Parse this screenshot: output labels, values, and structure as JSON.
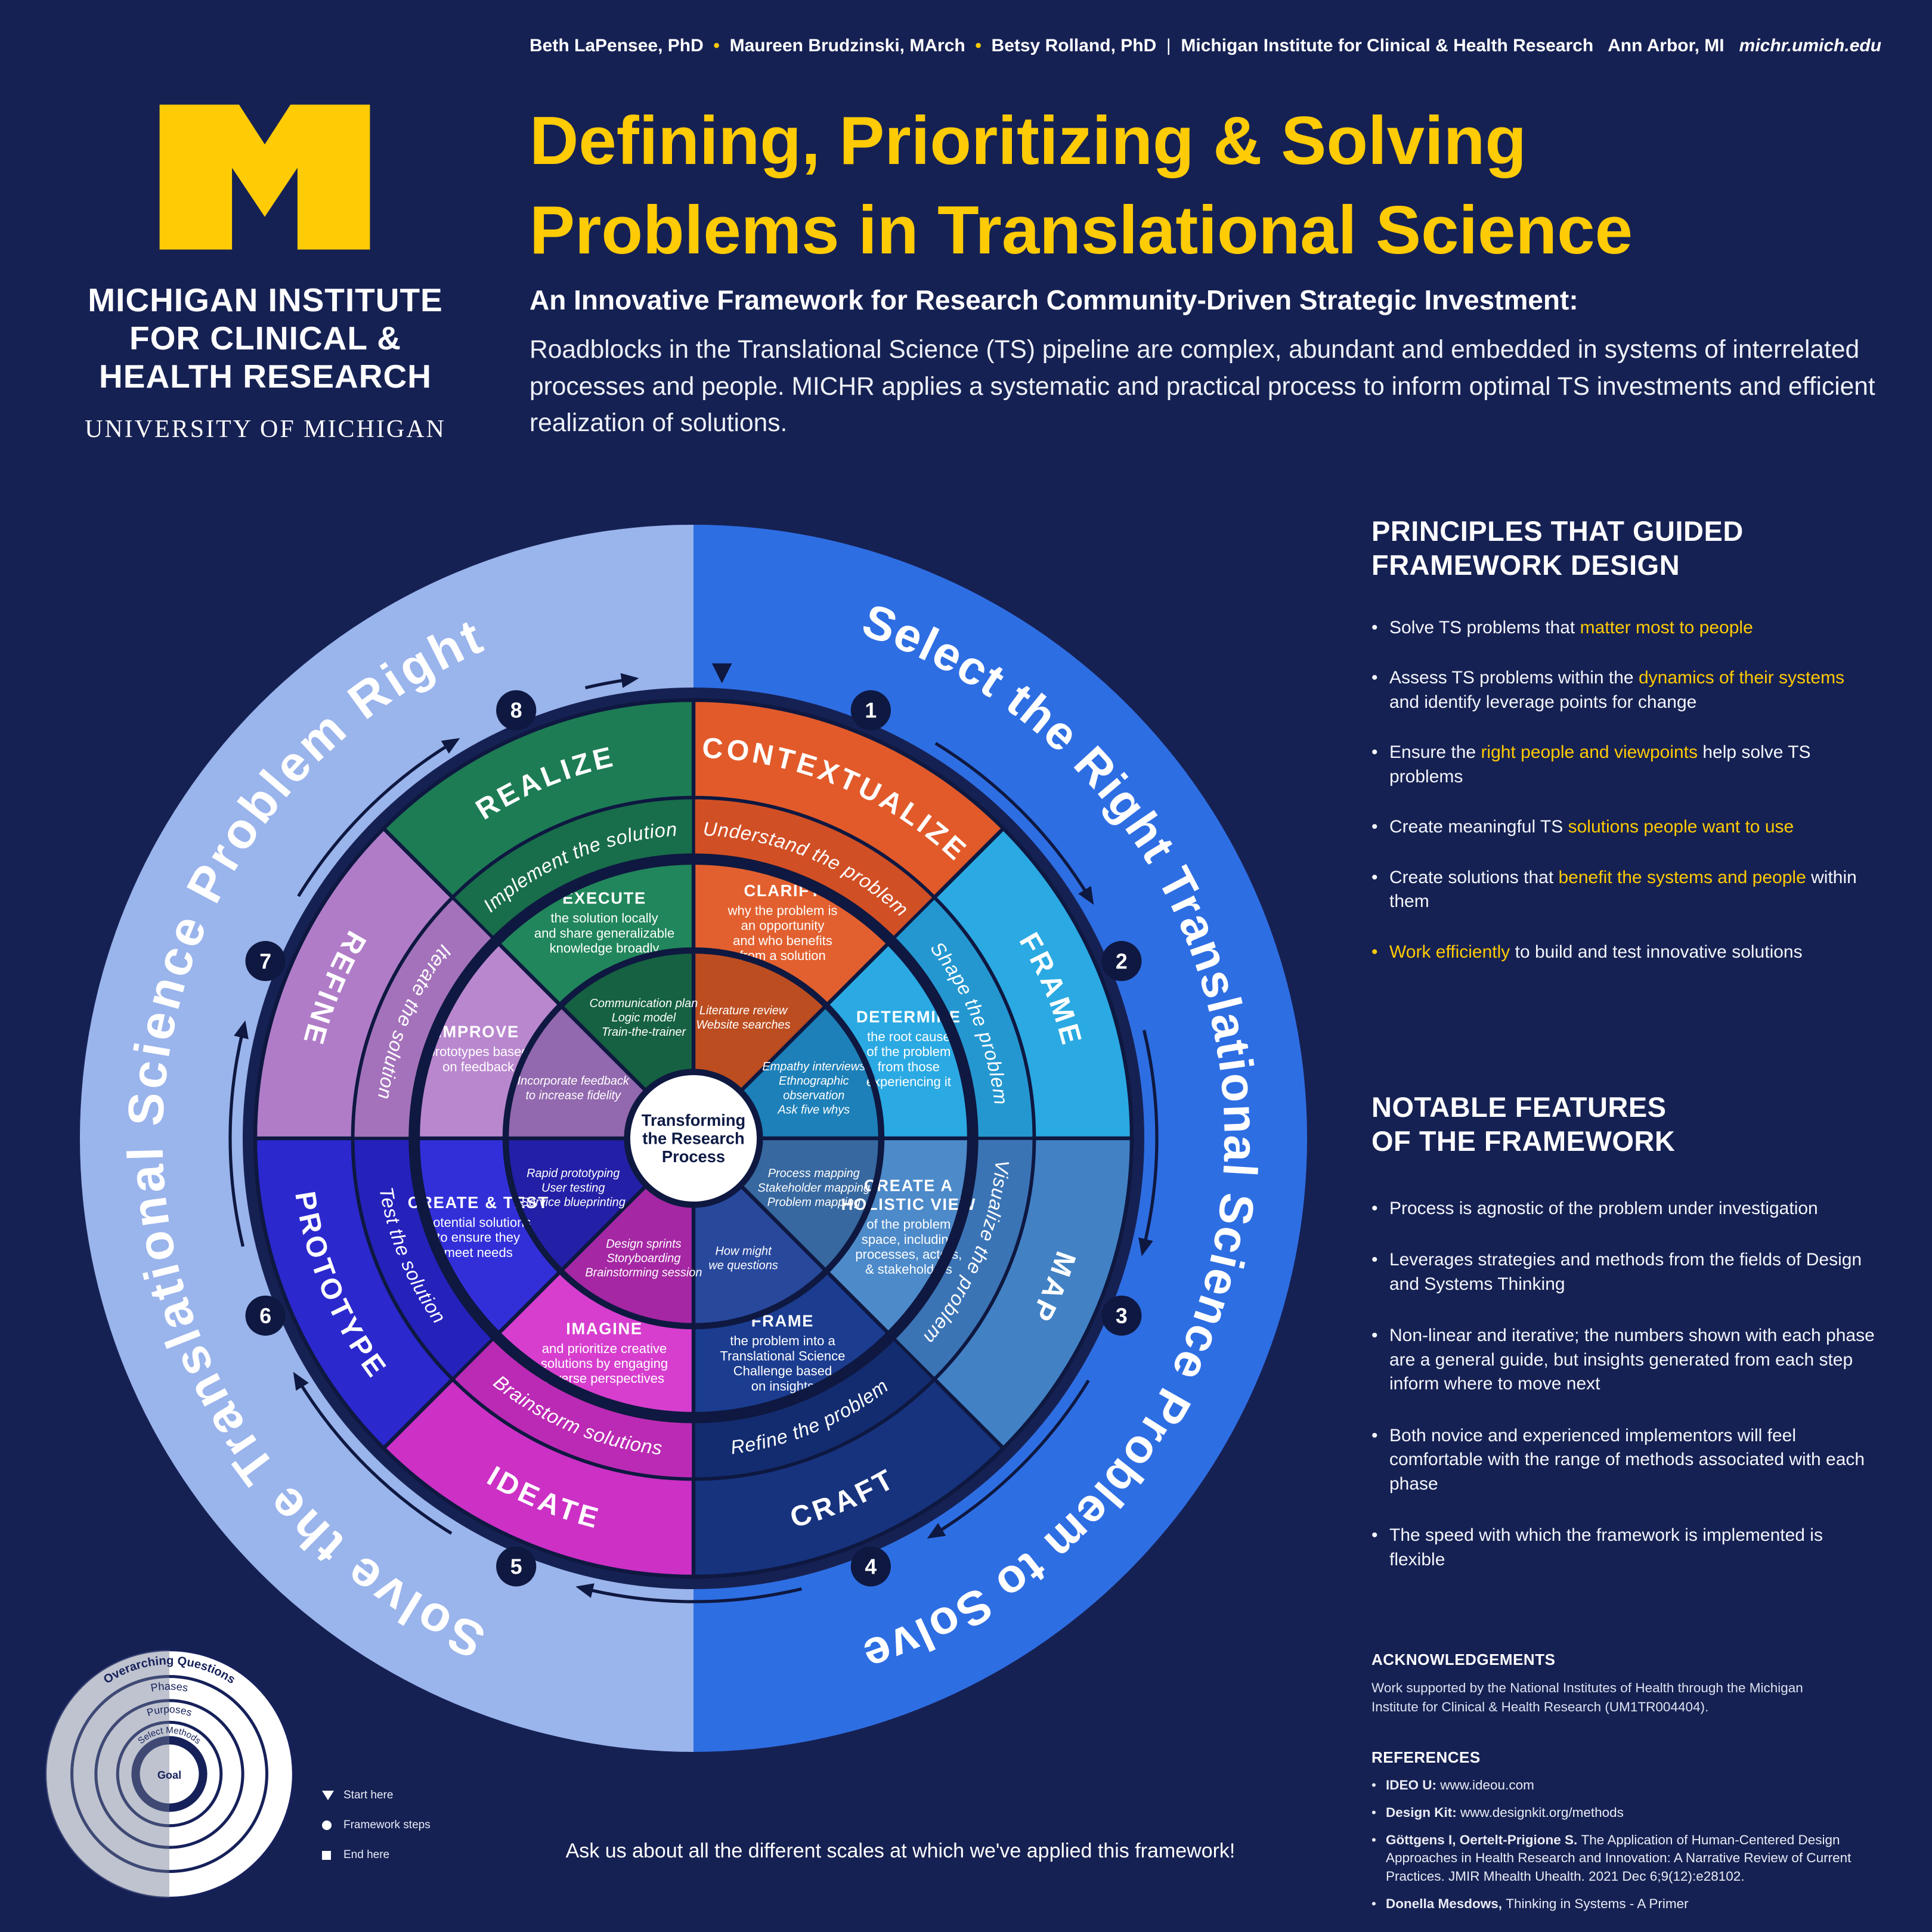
{
  "page": {
    "bg": "#162153",
    "accent": "#FFCB05",
    "bullet": "•"
  },
  "header": {
    "authors": [
      {
        "t": "Beth LaPensee, PhD",
        "b": true
      },
      {
        "t": "  •  ",
        "dot": true
      },
      {
        "t": "Maureen Brudzinski, MArch",
        "b": true
      },
      {
        "t": "  •  ",
        "dot": true
      },
      {
        "t": "Betsy Rolland, PhD",
        "b": true
      },
      {
        "t": "  |  "
      },
      {
        "t": "Michigan Institute for Clinical & Health Research",
        "b": true
      },
      {
        "t": "   Ann Arbor, MI",
        "b": true
      },
      {
        "t": "   michr.umich.edu",
        "b": true,
        "i": true,
        "link": true
      }
    ]
  },
  "logo": {
    "line1": "MICHIGAN INSTITUTE",
    "line2": "FOR CLINICAL &",
    "line3": "HEALTH RESEARCH",
    "university": "UNIVERSITY OF MICHIGAN"
  },
  "title": {
    "line1": "Defining, Prioritizing & Solving",
    "line2": "Problems in Translational Science",
    "subtitle": "An Innovative Framework for Research Community-Driven Strategic Investment:",
    "body": "Roadblocks in the Translational Science (TS) pipeline are complex, abundant and embedded in systems of interrelated processes and people. MICHR applies a systematic and practical process to inform optimal TS investments and efficient realization of solutions."
  },
  "wheel": {
    "center_lines": [
      "Transforming",
      "the Research",
      "Process"
    ],
    "outer_right": "Select the Right Translational Science Problem to Solve",
    "outer_left": "Solve the Translational Science Problem Right",
    "colors": {
      "outer_right": "#2E6EE3",
      "outer_left": "#9AB4EC",
      "divider": "#0E1840"
    },
    "phases": [
      {
        "num": "1",
        "name": "CONTEXTUALIZE",
        "tagline": "Understand the problem",
        "action_lines": [
          "CLARIFY"
        ],
        "action_desc_lines": [
          "why the problem is",
          "an opportunity",
          "and who benefits",
          "from a solution"
        ],
        "methods_lines": [
          "Literature review",
          "Website searches"
        ],
        "colors": [
          "#E25A2A",
          "#D14F25",
          "#E2602F",
          "#BC4D20"
        ]
      },
      {
        "num": "2",
        "name": "FRAME",
        "tagline": "Shape the problem",
        "action_lines": [
          "DETERMINE"
        ],
        "action_desc_lines": [
          "the root cause",
          "of the problem",
          "from those",
          "experiencing it"
        ],
        "methods_lines": [
          "Empathy interviews",
          "Ethnographic",
          "observation",
          "Ask five whys"
        ],
        "colors": [
          "#2BA9E2",
          "#2497D0",
          "#2BA9E2",
          "#1D80B8"
        ]
      },
      {
        "num": "3",
        "name": "MAP",
        "tagline": "Visualize the problem",
        "action_lines": [
          "CREATE A",
          "HOLISTIC VIEW"
        ],
        "action_desc_lines": [
          "of the problem",
          "space, including",
          "processes, actors,",
          "& stakeholders"
        ],
        "methods_lines": [
          "Process mapping",
          "Stakeholder mapping",
          "Problem mapping"
        ],
        "colors": [
          "#4281C4",
          "#3B74B5",
          "#4D8AC9",
          "#3768A0"
        ]
      },
      {
        "num": "4",
        "name": "CRAFT",
        "tagline": "Refine the problem",
        "action_lines": [
          "FRAME"
        ],
        "action_desc_lines": [
          "the problem into a",
          "Translational Science",
          "Challenge based",
          "on insights"
        ],
        "methods_lines": [
          "How might",
          "we questions"
        ],
        "colors": [
          "#17337E",
          "#132C6F",
          "#1B3C8F",
          "#28489C"
        ]
      },
      {
        "num": "5",
        "name": "IDEATE",
        "tagline": "Brainstorm solutions",
        "action_lines": [
          "IMAGINE"
        ],
        "action_desc_lines": [
          "and prioritize creative",
          "solutions by engaging",
          "diverse perspectives"
        ],
        "methods_lines": [
          "Design sprints",
          "Storyboarding",
          "Brainstorming session"
        ],
        "colors": [
          "#CC30C5",
          "#BB2AB4",
          "#D73ECE",
          "#A527A3"
        ]
      },
      {
        "num": "6",
        "name": "PROTOTYPE",
        "tagline": "Test the solution",
        "action_lines": [
          "CREATE & TEST"
        ],
        "action_desc_lines": [
          "potential solutions",
          "to ensure they",
          "meet needs"
        ],
        "methods_lines": [
          "Rapid prototyping",
          "User testing",
          "Service blueprinting"
        ],
        "colors": [
          "#2B28CE",
          "#2521BB",
          "#322FD9",
          "#231FA7"
        ]
      },
      {
        "num": "7",
        "name": "REFINE",
        "tagline": "Iterate the solution",
        "action_lines": [
          "IMPROVE"
        ],
        "action_desc_lines": [
          "prototypes based",
          "on feedback"
        ],
        "methods_lines": [
          "Incorporate feedback",
          "to increase fidelity"
        ],
        "colors": [
          "#B07CC8",
          "#A472BB",
          "#B987CE",
          "#9268AE"
        ]
      },
      {
        "num": "8",
        "name": "REALIZE",
        "tagline": "Implement the solution",
        "action_lines": [
          "EXECUTE"
        ],
        "action_desc_lines": [
          "the solution locally",
          "and share generalizable",
          "knowledge broadly"
        ],
        "methods_lines": [
          "Communication plan",
          "Logic model",
          "Train-the-trainer"
        ],
        "colors": [
          "#1D7C54",
          "#186D4A",
          "#21865B",
          "#166141"
        ]
      }
    ]
  },
  "principles": {
    "heading": "PRINCIPLES THAT GUIDED\nFRAMEWORK DESIGN",
    "items": [
      [
        {
          "t": "Solve TS problems that "
        },
        {
          "t": "matter most to people",
          "hl": true
        }
      ],
      [
        {
          "t": "Assess TS problems within the "
        },
        {
          "t": "dynamics of their systems",
          "hl": true
        },
        {
          "t": " and identify leverage points for change"
        }
      ],
      [
        {
          "t": "Ensure the "
        },
        {
          "t": "right people and viewpoints",
          "hl": true
        },
        {
          "t": " help solve TS problems"
        }
      ],
      [
        {
          "t": "Create meaningful TS "
        },
        {
          "t": "solutions people want to use",
          "hl": true
        }
      ],
      [
        {
          "t": "Create solutions that "
        },
        {
          "t": "benefit the systems and people",
          "hl": true
        },
        {
          "t": " within them"
        }
      ],
      [
        {
          "t": "Work efficiently",
          "hl": true
        },
        {
          "t": " to build and test innovative solutions"
        }
      ]
    ]
  },
  "features": {
    "heading": "NOTABLE FEATURES\nOF THE FRAMEWORK",
    "items": [
      "Process is agnostic of the problem under investigation",
      "Leverages strategies and methods from the fields of Design and Systems Thinking",
      "Non-linear and iterative; the numbers shown with each phase are a general guide, but insights generated from each step inform where to move next",
      "Both novice and experienced implementors will feel comfortable with the range of methods associated with each phase",
      "The speed with which the framework is implemented is flexible"
    ]
  },
  "acknowledgements": {
    "heading": "ACKNOWLEDGEMENTS",
    "body": "Work supported by the National Institutes of Health through the Michigan Institute for Clinical & Health Research (UM1TR004404)."
  },
  "references": {
    "heading": "REFERENCES",
    "items": [
      [
        {
          "t": "IDEO U: ",
          "b": true
        },
        {
          "t": "www.ideou.com",
          "link": true
        }
      ],
      [
        {
          "t": "Design Kit: ",
          "b": true
        },
        {
          "t": "www.designkit.org/methods",
          "link": true
        }
      ],
      [
        {
          "t": "Göttgens I, Oertelt-Prigione S. ",
          "b": true
        },
        {
          "t": "The Application of Human-Centered Design Approaches in Health Research and Innovation: A Narrative Review of Current Practices. JMIR Mhealth Uhealth. 2021 Dec 6;9(12):e28102."
        }
      ],
      [
        {
          "t": "Donella Mesdows, ",
          "b": true
        },
        {
          "t": "Thinking in Systems - A Primer"
        }
      ]
    ]
  },
  "scales": {
    "rings": [
      "Overarching Questions",
      "Phases",
      "Purposes",
      "Select Methods",
      "Goal"
    ],
    "legend": [
      {
        "icon": "triangle",
        "label": "Start here"
      },
      {
        "icon": "circle",
        "label": "Framework steps"
      },
      {
        "icon": "square",
        "label": "End here"
      }
    ]
  },
  "footer": "Ask us about all the different scales at which we've applied this framework!"
}
